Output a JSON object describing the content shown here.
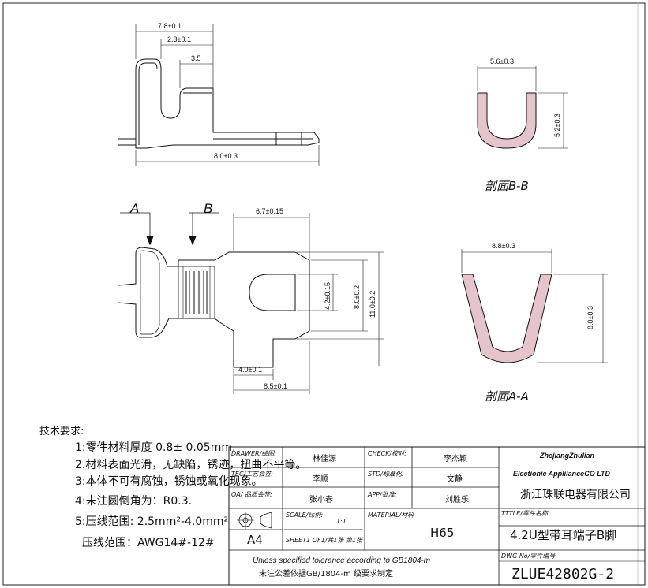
{
  "dimensions": {
    "top_view": {
      "overall_width": "7.8±0.1",
      "slot_width": "2.3±0.1",
      "step": "3.5",
      "length": "18.0±0.3"
    },
    "section_bb": {
      "width": "5.6±0.3",
      "height": "5.2±0.3"
    },
    "plan_view": {
      "width": "6.7±0.15",
      "inner_height": "4.2±0.15",
      "mid_height": "8.0±0.2",
      "outer_height": "11.0±0.2",
      "offset": "4.0±0.1",
      "span": "8.5±0.1"
    },
    "section_aa": {
      "width": "8.8±0.3",
      "height": "8.0±0.3"
    }
  },
  "section_labels": {
    "bb": "剖面B-B",
    "aa": "剖面A-A"
  },
  "view_markers": {
    "a": "A",
    "b": "B"
  },
  "notes": {
    "title": "技术要求:",
    "items": [
      "1:零件材料厚度 0.8± 0.05mm.",
      "2.材料表面光滑，无缺陷，锈迹，扭曲不平等。",
      "3:本体不可有腐蚀，锈蚀或氧化现象。",
      "4:未注圆倒角为：R0.3.",
      "5:压线范围: 2.5mm²-4.0mm²",
      "压线范围：AWG14#-12#"
    ]
  },
  "title_block": {
    "drawer_label": "DRAWER/绘图:",
    "drawer_value": "林佳源",
    "check_label": "CHECK/校对:",
    "check_value": "李杰颖",
    "tec_label": "TEC/工艺会签:",
    "tec_value": "李顺",
    "std_label": "STD/标准化:",
    "std_value": "文静",
    "qa_label": "QA/ 品质会签:",
    "qa_value": "张小春",
    "app_label": "APP/批准:",
    "app_value": "刘胜乐",
    "scale_label": "SCALE/比例:",
    "scale_value": "1:1",
    "material_label": "MATERIAL/材料",
    "material_value": "H65",
    "sheet_size": "A4",
    "sheet_label": "SHEET1 OF1/共1张 第1张",
    "title_label": "TTTLE/零件名称",
    "title_value": "4.2U型带耳端子B脚",
    "company_en_1": "ZhejiangZhulian",
    "company_en_2": "Electionic AppliianceCO LTD",
    "company_cn": "浙江珠联电器有限公司",
    "tolerance_en": "Unless specified tolerance according to GB1804-m",
    "tolerance_cn": "未注公差依据GB/1804-m 级要求制定",
    "dwg_label": "DWG No/零件编号",
    "dwg_value": "ZLUE42802G-2"
  }
}
